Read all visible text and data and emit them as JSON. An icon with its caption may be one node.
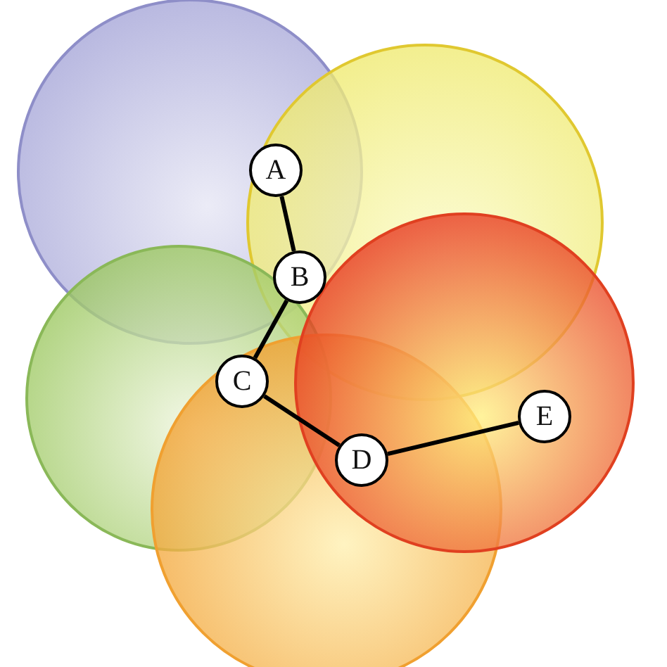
{
  "diagram": {
    "nodes": [
      {
        "text": [
          "A"
        ]
      },
      {
        "text": [
          "B"
        ]
      },
      {
        "text": [
          "C"
        ]
      },
      {
        "text": [
          "D"
        ]
      },
      {
        "text": [
          "E"
        ]
      }
    ],
    "edges": [
      {
        "from": 0,
        "to": 1,
        "arrow": "none"
      },
      {
        "from": 1,
        "to": 2,
        "arrow": "none"
      },
      {
        "from": 2,
        "to": 3,
        "arrow": "none"
      },
      {
        "from": 3,
        "to": 4,
        "arrow": "none"
      }
    ]
  }
}
